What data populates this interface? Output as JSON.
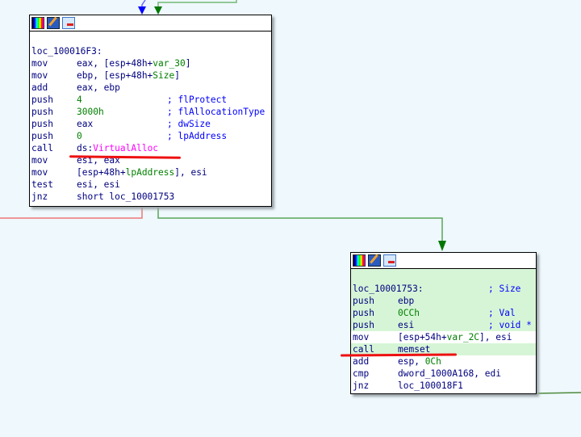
{
  "blocks": [
    {
      "id": "block_100016F3",
      "label": "loc_100016F3:",
      "lines": [
        {
          "mnemonic": "mov",
          "operand": "eax, [esp+48h+var_30]"
        },
        {
          "mnemonic": "mov",
          "operand": "ebp, [esp+48h+Size]"
        },
        {
          "mnemonic": "add",
          "operand": "eax, ebp"
        },
        {
          "mnemonic": "push",
          "operand": "4",
          "comment": "; flProtect"
        },
        {
          "mnemonic": "push",
          "operand": "3000h",
          "comment": "; flAllocationType"
        },
        {
          "mnemonic": "push",
          "operand": "eax",
          "comment": "; dwSize"
        },
        {
          "mnemonic": "push",
          "operand": "0",
          "comment": "; lpAddress"
        },
        {
          "mnemonic": "call",
          "operand": "ds:VirtualAlloc"
        },
        {
          "mnemonic": "mov",
          "operand": "esi, eax"
        },
        {
          "mnemonic": "mov",
          "operand": "[esp+48h+lpAddress], esi"
        },
        {
          "mnemonic": "test",
          "operand": "esi, esi"
        },
        {
          "mnemonic": "jnz",
          "operand": "short loc_10001753"
        }
      ]
    },
    {
      "id": "block_10001753",
      "label": "loc_10001753:",
      "label_comment": "; Size",
      "lines": [
        {
          "mnemonic": "push",
          "operand": "ebp"
        },
        {
          "mnemonic": "push",
          "operand": "0CCh",
          "comment": "; Val"
        },
        {
          "mnemonic": "push",
          "operand": "esi",
          "comment": "; void *"
        },
        {
          "mnemonic": "mov",
          "operand": "[esp+54h+var_2C], esi"
        },
        {
          "mnemonic": "call",
          "operand": "memset"
        },
        {
          "mnemonic": "add",
          "operand": "esp, 0Ch"
        },
        {
          "mnemonic": "cmp",
          "operand": "dword_1000A168, edi"
        },
        {
          "mnemonic": "jnz",
          "operand": "loc_100018F1"
        }
      ]
    }
  ],
  "colors": {
    "background": "#eef8fd",
    "edge_true": "#008000",
    "edge_false": "#ee7777",
    "edge_uncond": "#0000ff",
    "highlight": "#d6f5d6",
    "annotation_underline": "#ee1111",
    "import_name": "#ff00ff"
  }
}
